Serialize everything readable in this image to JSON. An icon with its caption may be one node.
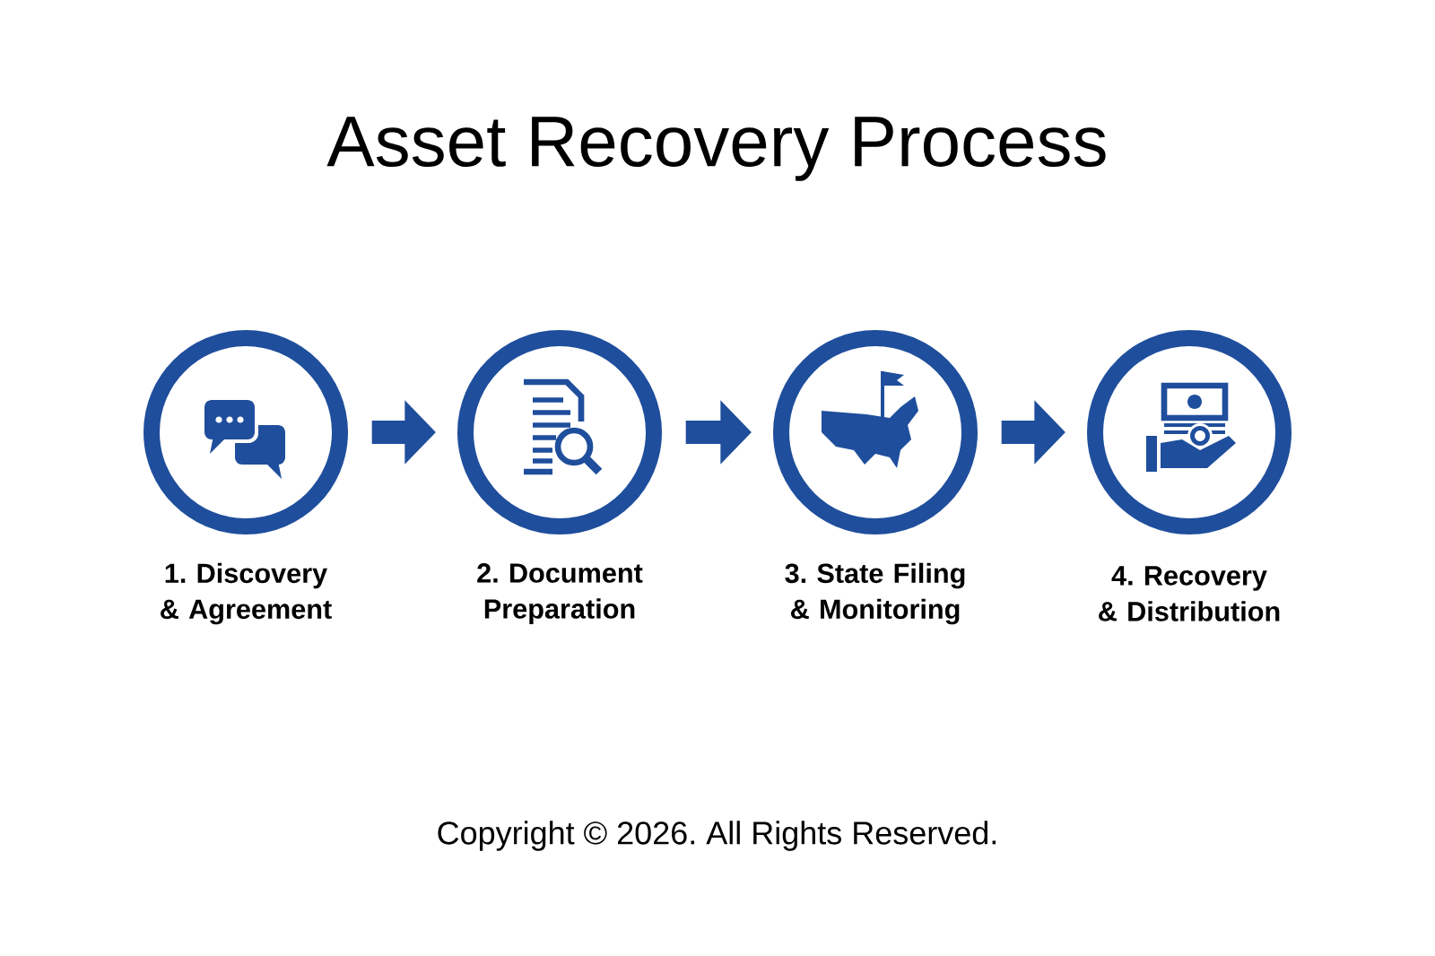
{
  "diagram": {
    "title": "Asset Recovery Process",
    "nodes": [
      {
        "text": [
          "1. Discovery & Agreement"
        ]
      },
      {
        "text": [
          "2. Document Preparation"
        ]
      },
      {
        "text": [
          "3. State Filing & Monitoring"
        ]
      },
      {
        "text": [
          "4. Recovery & Distribution"
        ]
      }
    ],
    "edges": [
      {
        "from": 0,
        "to": 1,
        "arrow": "to"
      },
      {
        "from": 1,
        "to": 2,
        "arrow": "to"
      },
      {
        "from": 2,
        "to": 3,
        "arrow": "to"
      }
    ],
    "caption": "Copyright © 2026. All Rights Reserved."
  }
}
